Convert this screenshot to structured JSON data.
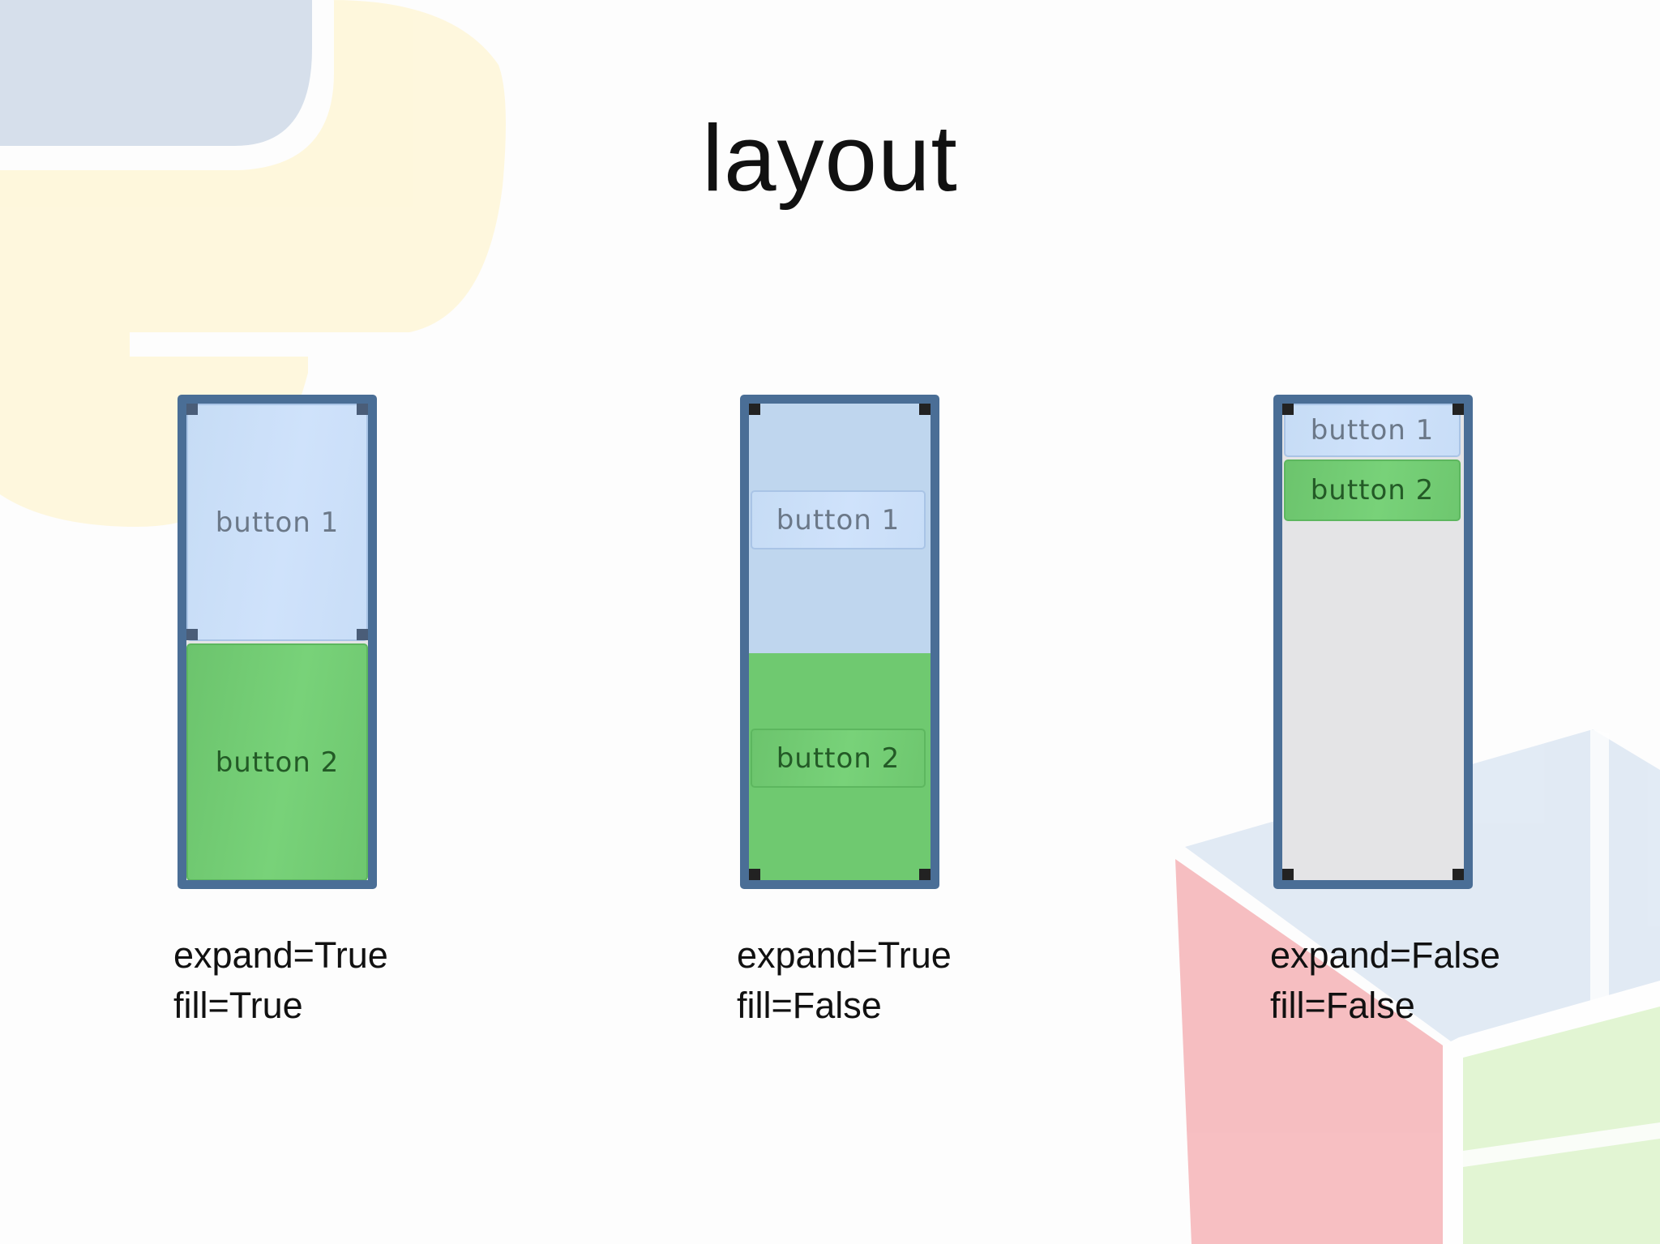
{
  "slide": {
    "title": "layout",
    "background_logos": [
      "python-logo-icon",
      "gtk-cube-logo-icon"
    ]
  },
  "demos": [
    {
      "buttons": [
        {
          "label": "button 1"
        },
        {
          "label": "button 2"
        }
      ],
      "caption": {
        "expand": "expand=True",
        "fill": "fill=True"
      }
    },
    {
      "buttons": [
        {
          "label": "button 1"
        },
        {
          "label": "button 2"
        }
      ],
      "caption": {
        "expand": "expand=True",
        "fill": "fill=False"
      }
    },
    {
      "buttons": [
        {
          "label": "button 1"
        },
        {
          "label": "button 2"
        }
      ],
      "caption": {
        "expand": "expand=False",
        "fill": "fill=False"
      }
    }
  ],
  "colors": {
    "window_border": "#4a6e96",
    "button_1": "#cfe2fb",
    "button_2": "#78d279",
    "window_background": "#e4e4e6"
  }
}
